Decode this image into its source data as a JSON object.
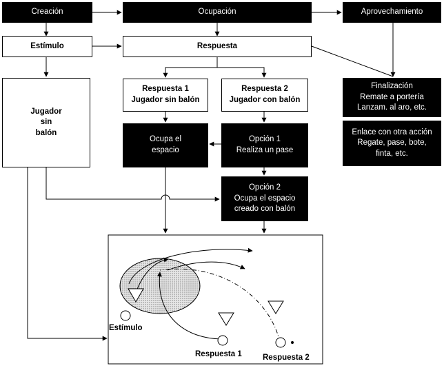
{
  "nodes": {
    "creacion": "Creación",
    "ocupacion": "Ocupación",
    "aprovechamiento": "Aprovechamiento",
    "estimulo": "Estímulo",
    "respuesta": "Respuesta",
    "jugador_sin_balon": "Jugador\nsin\nbalón",
    "respuesta1": "Respuesta 1\nJugador sin balón",
    "respuesta2": "Respuesta 2\nJugador con balón",
    "ocupa_espacio": "Ocupa el\nespacio",
    "opcion1": "Opción 1\nRealiza un pase",
    "opcion2": "Opción 2\nOcupa el espacio\ncreado con balón",
    "finalizacion": "Finalización\nRemate a portería\nLanzam. al aro, etc.",
    "enlace": "Enlace con otra acción\nRegate, pase, bote,\nfinta, etc."
  },
  "field": {
    "estimulo_label": "Estímulo",
    "respuesta1_label": "Respuesta 1",
    "respuesta2_label": "Respuesta 2"
  }
}
